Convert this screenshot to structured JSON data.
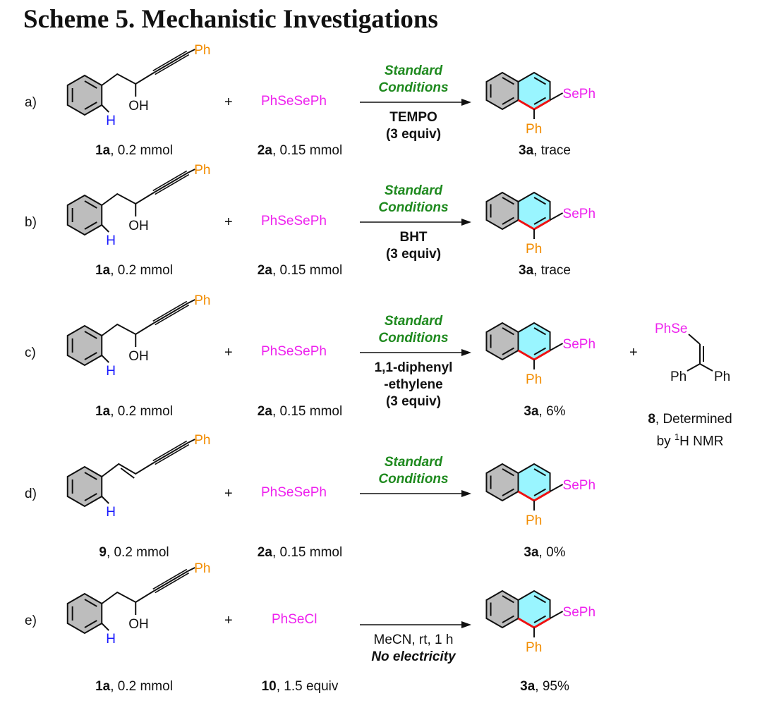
{
  "title": "Scheme 5. Mechanistic Investigations",
  "rows": [
    {
      "letter": "a)",
      "sm_label_bold": "1a",
      "sm_label_rest": ", 0.2 mmol",
      "reagent": "PhSeSePh",
      "reagent_label_bold": "2a",
      "reagent_label_rest": ", 0.15 mmol",
      "cond_top": [
        "Standard",
        "Conditions"
      ],
      "cond_bottom": [
        "TEMPO",
        "(3 equiv)"
      ],
      "prod_label_bold": "3a",
      "prod_label_rest": ", trace"
    },
    {
      "letter": "b)",
      "sm_label_bold": "1a",
      "sm_label_rest": ", 0.2 mmol",
      "reagent": "PhSeSePh",
      "reagent_label_bold": "2a",
      "reagent_label_rest": ", 0.15 mmol",
      "cond_top": [
        "Standard",
        "Conditions"
      ],
      "cond_bottom": [
        "BHT",
        "(3 equiv)"
      ],
      "prod_label_bold": "3a",
      "prod_label_rest": ", trace"
    },
    {
      "letter": "c)",
      "sm_label_bold": "1a",
      "sm_label_rest": ", 0.2 mmol",
      "reagent": "PhSeSePh",
      "reagent_label_bold": "2a",
      "reagent_label_rest": ", 0.15 mmol",
      "cond_top": [
        "Standard",
        "Conditions"
      ],
      "cond_bottom": [
        "1,1-diphenyl",
        "-ethylene",
        "(3 equiv)"
      ],
      "prod_label_bold": "3a",
      "prod_label_rest": ", 6%",
      "byproduct_label_bold": "8",
      "byproduct_label_rest": ", Determined",
      "byproduct_label_line2_pre": "by ",
      "byproduct_label_sup": "1",
      "byproduct_label_line2_post": "H NMR"
    },
    {
      "letter": "d)",
      "sm_label_bold": "9",
      "sm_label_rest": ", 0.2 mmol",
      "reagent": "PhSeSePh",
      "reagent_label_bold": "2a",
      "reagent_label_rest": ", 0.15 mmol",
      "cond_top": [
        "Standard",
        "Conditions"
      ],
      "cond_bottom": [],
      "prod_label_bold": "3a",
      "prod_label_rest": ", 0%"
    },
    {
      "letter": "e)",
      "sm_label_bold": "1a",
      "sm_label_rest": ", 0.2 mmol",
      "reagent": "PhSeCl",
      "reagent_label_bold": "10",
      "reagent_label_rest": ", 1.5 equiv",
      "cond_top": [],
      "cond_bottom_normal": "MeCN, rt, 1 h",
      "cond_bottom_italic": "No electricity",
      "prod_label_bold": "3a",
      "prod_label_rest": ", 95%"
    }
  ],
  "atoms": {
    "ph": "Ph",
    "h": "H",
    "oh": "OH",
    "seph": "SePh",
    "phse": "PhSe"
  },
  "plus": "+",
  "colors": {
    "ph": "#f28c00",
    "se": "#ee22ee",
    "h": "#1a1aff",
    "cond": "#1f8a1f",
    "bond_red": "#ee1111",
    "ring_fill": "#bdbdbd",
    "ring_cyan": "#99f5ff"
  }
}
